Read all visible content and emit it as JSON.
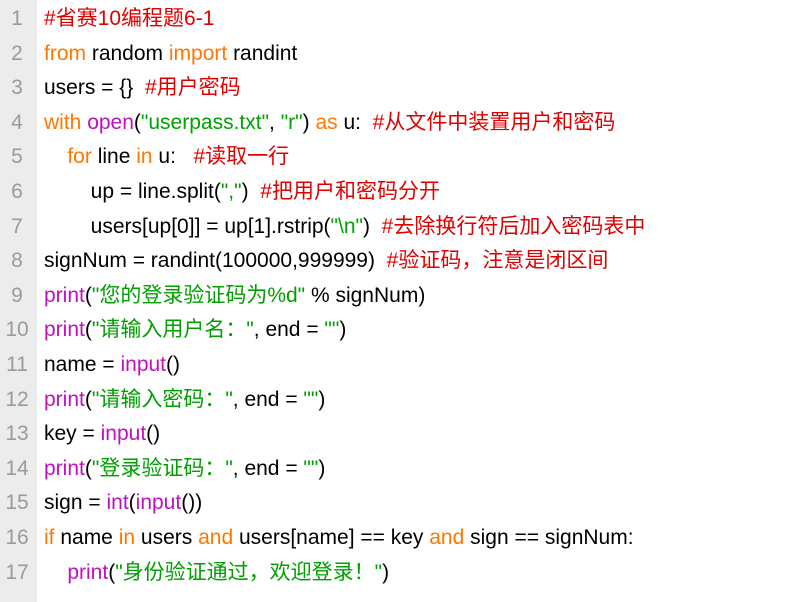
{
  "editor": {
    "colors": {
      "comment": "#e00000",
      "keyword": "#ff7700",
      "builtin": "#c010c0",
      "string": "#00a000",
      "plain": "#000000",
      "line_number": "#9a9a9a",
      "gutter": "#ececec"
    },
    "lines": [
      {
        "n": "1",
        "tokens": [
          {
            "t": "comment",
            "s": "#省赛10编程题6-1"
          }
        ]
      },
      {
        "n": "2",
        "tokens": [
          {
            "t": "keyword",
            "s": "from"
          },
          {
            "t": "plain",
            "s": " random "
          },
          {
            "t": "keyword",
            "s": "import"
          },
          {
            "t": "plain",
            "s": " randint"
          }
        ]
      },
      {
        "n": "3",
        "tokens": [
          {
            "t": "plain",
            "s": "users = {}  "
          },
          {
            "t": "comment",
            "s": "#用户密码"
          }
        ]
      },
      {
        "n": "4",
        "tokens": [
          {
            "t": "keyword",
            "s": "with"
          },
          {
            "t": "plain",
            "s": " "
          },
          {
            "t": "builtin",
            "s": "open"
          },
          {
            "t": "plain",
            "s": "("
          },
          {
            "t": "string",
            "s": "\"userpass.txt\""
          },
          {
            "t": "plain",
            "s": ", "
          },
          {
            "t": "string",
            "s": "\"r\""
          },
          {
            "t": "plain",
            "s": ") "
          },
          {
            "t": "keyword",
            "s": "as"
          },
          {
            "t": "plain",
            "s": " u:  "
          },
          {
            "t": "comment",
            "s": "#从文件中装置用户和密码"
          }
        ]
      },
      {
        "n": "5",
        "tokens": [
          {
            "t": "plain",
            "s": "    "
          },
          {
            "t": "keyword",
            "s": "for"
          },
          {
            "t": "plain",
            "s": " line "
          },
          {
            "t": "keyword",
            "s": "in"
          },
          {
            "t": "plain",
            "s": " u:   "
          },
          {
            "t": "comment",
            "s": "#读取一行"
          }
        ]
      },
      {
        "n": "6",
        "tokens": [
          {
            "t": "plain",
            "s": "        up = line.split("
          },
          {
            "t": "string",
            "s": "\",\""
          },
          {
            "t": "plain",
            "s": ")  "
          },
          {
            "t": "comment",
            "s": "#把用户和密码分开"
          }
        ]
      },
      {
        "n": "7",
        "tokens": [
          {
            "t": "plain",
            "s": "        users[up[0]] = up[1].rstrip("
          },
          {
            "t": "string",
            "s": "\"\\n\""
          },
          {
            "t": "plain",
            "s": ")  "
          },
          {
            "t": "comment",
            "s": "#去除换行符后加入密码表中"
          }
        ]
      },
      {
        "n": "8",
        "tokens": [
          {
            "t": "plain",
            "s": "signNum = randint(100000,999999)  "
          },
          {
            "t": "comment",
            "s": "#验证码，注意是闭区间"
          }
        ]
      },
      {
        "n": "9",
        "tokens": [
          {
            "t": "builtin",
            "s": "print"
          },
          {
            "t": "plain",
            "s": "("
          },
          {
            "t": "string",
            "s": "\"您的登录验证码为%d\""
          },
          {
            "t": "plain",
            "s": " % signNum)"
          }
        ]
      },
      {
        "n": "10",
        "tokens": [
          {
            "t": "builtin",
            "s": "print"
          },
          {
            "t": "plain",
            "s": "("
          },
          {
            "t": "string",
            "s": "\"请输入用户名：\""
          },
          {
            "t": "plain",
            "s": ", end = "
          },
          {
            "t": "string",
            "s": "\"\""
          },
          {
            "t": "plain",
            "s": ")"
          }
        ]
      },
      {
        "n": "11",
        "tokens": [
          {
            "t": "plain",
            "s": "name = "
          },
          {
            "t": "builtin",
            "s": "input"
          },
          {
            "t": "plain",
            "s": "()"
          }
        ]
      },
      {
        "n": "12",
        "tokens": [
          {
            "t": "builtin",
            "s": "print"
          },
          {
            "t": "plain",
            "s": "("
          },
          {
            "t": "string",
            "s": "\"请输入密码：\""
          },
          {
            "t": "plain",
            "s": ", end = "
          },
          {
            "t": "string",
            "s": "\"\""
          },
          {
            "t": "plain",
            "s": ")"
          }
        ]
      },
      {
        "n": "13",
        "tokens": [
          {
            "t": "plain",
            "s": "key = "
          },
          {
            "t": "builtin",
            "s": "input"
          },
          {
            "t": "plain",
            "s": "()"
          }
        ]
      },
      {
        "n": "14",
        "tokens": [
          {
            "t": "builtin",
            "s": "print"
          },
          {
            "t": "plain",
            "s": "("
          },
          {
            "t": "string",
            "s": "\"登录验证码：\""
          },
          {
            "t": "plain",
            "s": ", end = "
          },
          {
            "t": "string",
            "s": "\"\""
          },
          {
            "t": "plain",
            "s": ")"
          }
        ]
      },
      {
        "n": "15",
        "tokens": [
          {
            "t": "plain",
            "s": "sign = "
          },
          {
            "t": "builtin",
            "s": "int"
          },
          {
            "t": "plain",
            "s": "("
          },
          {
            "t": "builtin",
            "s": "input"
          },
          {
            "t": "plain",
            "s": "())"
          }
        ]
      },
      {
        "n": "16",
        "tokens": [
          {
            "t": "keyword",
            "s": "if"
          },
          {
            "t": "plain",
            "s": " name "
          },
          {
            "t": "keyword",
            "s": "in"
          },
          {
            "t": "plain",
            "s": " users "
          },
          {
            "t": "keyword",
            "s": "and"
          },
          {
            "t": "plain",
            "s": " users[name] == key "
          },
          {
            "t": "keyword",
            "s": "and"
          },
          {
            "t": "plain",
            "s": " sign == signNum:"
          }
        ]
      },
      {
        "n": "17",
        "tokens": [
          {
            "t": "plain",
            "s": "    "
          },
          {
            "t": "builtin",
            "s": "print"
          },
          {
            "t": "plain",
            "s": "("
          },
          {
            "t": "string",
            "s": "\"身份验证通过，欢迎登录！\""
          },
          {
            "t": "plain",
            "s": ")"
          }
        ]
      }
    ]
  }
}
